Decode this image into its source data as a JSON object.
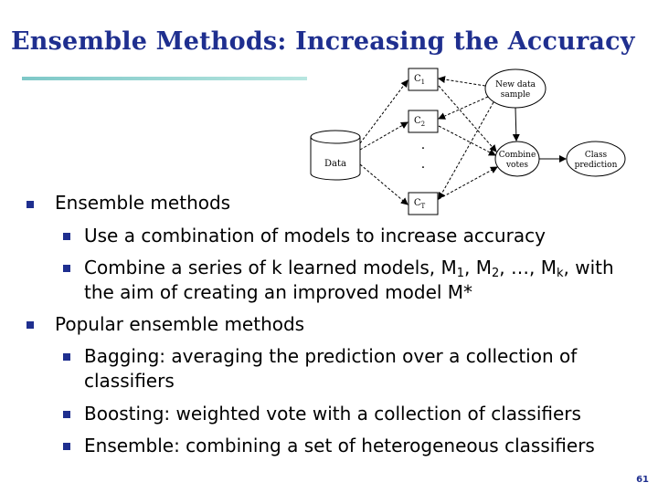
{
  "slide": {
    "title": "Ensemble Methods: Increasing the Accuracy",
    "page_number": "61"
  },
  "diagram": {
    "data_label": "Data",
    "c1": "C",
    "c1_sub": "1",
    "c2": "C",
    "c2_sub": "2",
    "ct": "C",
    "ct_sub": "T",
    "dot": "·",
    "new_data_line1": "New data",
    "new_data_line2": "sample",
    "combine_line1": "Combine",
    "combine_line2": "votes",
    "class_line1": "Class",
    "class_line2": "prediction"
  },
  "content": {
    "item1": "Ensemble methods",
    "item1_sub1": "Use a combination of models to increase accuracy",
    "item1_sub2_a": "Combine a series of k learned models, M",
    "item1_sub2_s1": "1",
    "item1_sub2_b": ", M",
    "item1_sub2_s2": "2",
    "item1_sub2_c": ", …, M",
    "item1_sub2_sk": "k",
    "item1_sub2_d": ", with",
    "item1_sub2_cont": "the aim of creating an improved model M*",
    "item2": "Popular ensemble methods",
    "item2_sub1": "Bagging: averaging the prediction over a collection of",
    "item2_sub1_cont": "classifiers",
    "item2_sub2": "Boosting: weighted vote with a collection of classifiers",
    "item2_sub3": "Ensemble: combining a set of heterogeneous classifiers"
  }
}
